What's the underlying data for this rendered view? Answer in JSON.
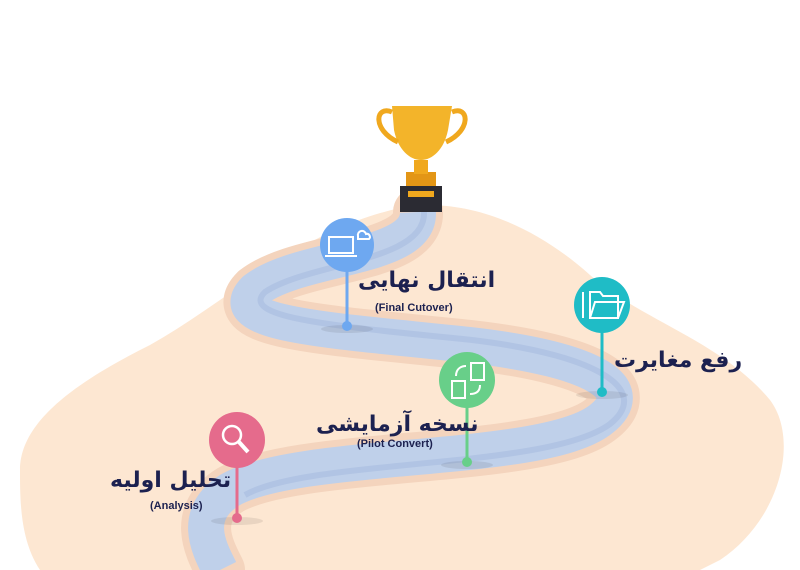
{
  "colors": {
    "hill": "#fde7d2",
    "river": "#bfd0ea",
    "river_edge": "#f4d4bd",
    "text": "#1c2150",
    "trophy": "#f0a81e"
  },
  "milestones": [
    {
      "title": "تحلیل اولیه",
      "subtitle": "(Analysis)",
      "icon": "magnifier-icon",
      "color": "#e56b8c"
    },
    {
      "title": "نسخه آزمایشی",
      "subtitle": "(Pilot Convert)",
      "icon": "documents-sync-icon",
      "color": "#68cf89"
    },
    {
      "title": "رفع مغایرت",
      "icon": "folder-tools-icon",
      "color": "#1fbcc6"
    },
    {
      "title": "انتقال نهایی",
      "subtitle": "(Final Cutover)",
      "icon": "laptop-cloud-icon",
      "color": "#6ea8f0"
    }
  ],
  "goal_icon": "trophy-icon"
}
